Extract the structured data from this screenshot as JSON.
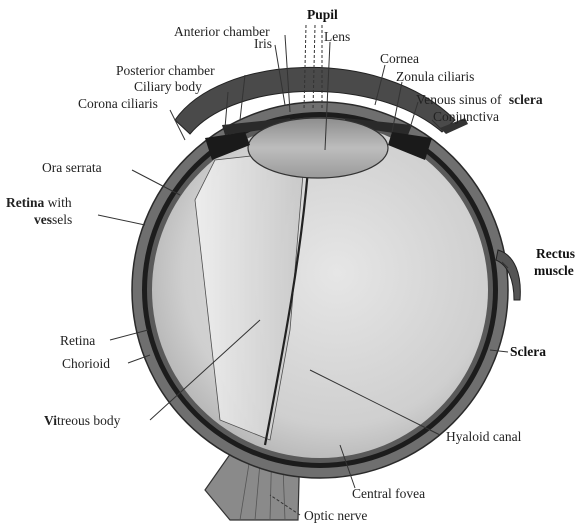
{
  "labels": {
    "pupil": "Pupil",
    "anterior_chamber": "Anterior chamber",
    "iris": "Iris",
    "lens": "Lens",
    "cornea": "Cornea",
    "posterior_chamber": "Posterior chamber",
    "ciliary_body": "Ciliary body",
    "zonula_ciliaris": "Zonula ciliaris",
    "venous_sinus": "Venous sinus of",
    "sclera_top": "sclera",
    "corona_ciliaris": "Corona ciliaris",
    "conjunctiva": "Conjunctiva",
    "ora_serrata": "Ora serrata",
    "retina_with_line1_bold": "Retina",
    "retina_with_line1_rest": " with",
    "retina_with_line2_bold": "ves",
    "retina_with_line2_rest": "sels",
    "rectus_line1": "Rectus",
    "rectus_line2": "muscle",
    "retina": "Retina",
    "chorioid": "Chorioid",
    "sclera_right": "Sclera",
    "vitreous_bold": "Vi",
    "vitreous_rest": "treous body",
    "hyaloid_canal": "Hyaloid canal",
    "central_fovea": "Central fovea",
    "optic_nerve": "Optic nerve"
  },
  "colors": {
    "sclera": "#6f6f6f",
    "chorioid": "#1c1c1c",
    "vitreous": "#d9d9d9",
    "vitreous_shade": "#bdbdbd",
    "lens": "#a8a8a8",
    "cornea": "#4a4a4a",
    "nerve": "#8a8a8a"
  }
}
